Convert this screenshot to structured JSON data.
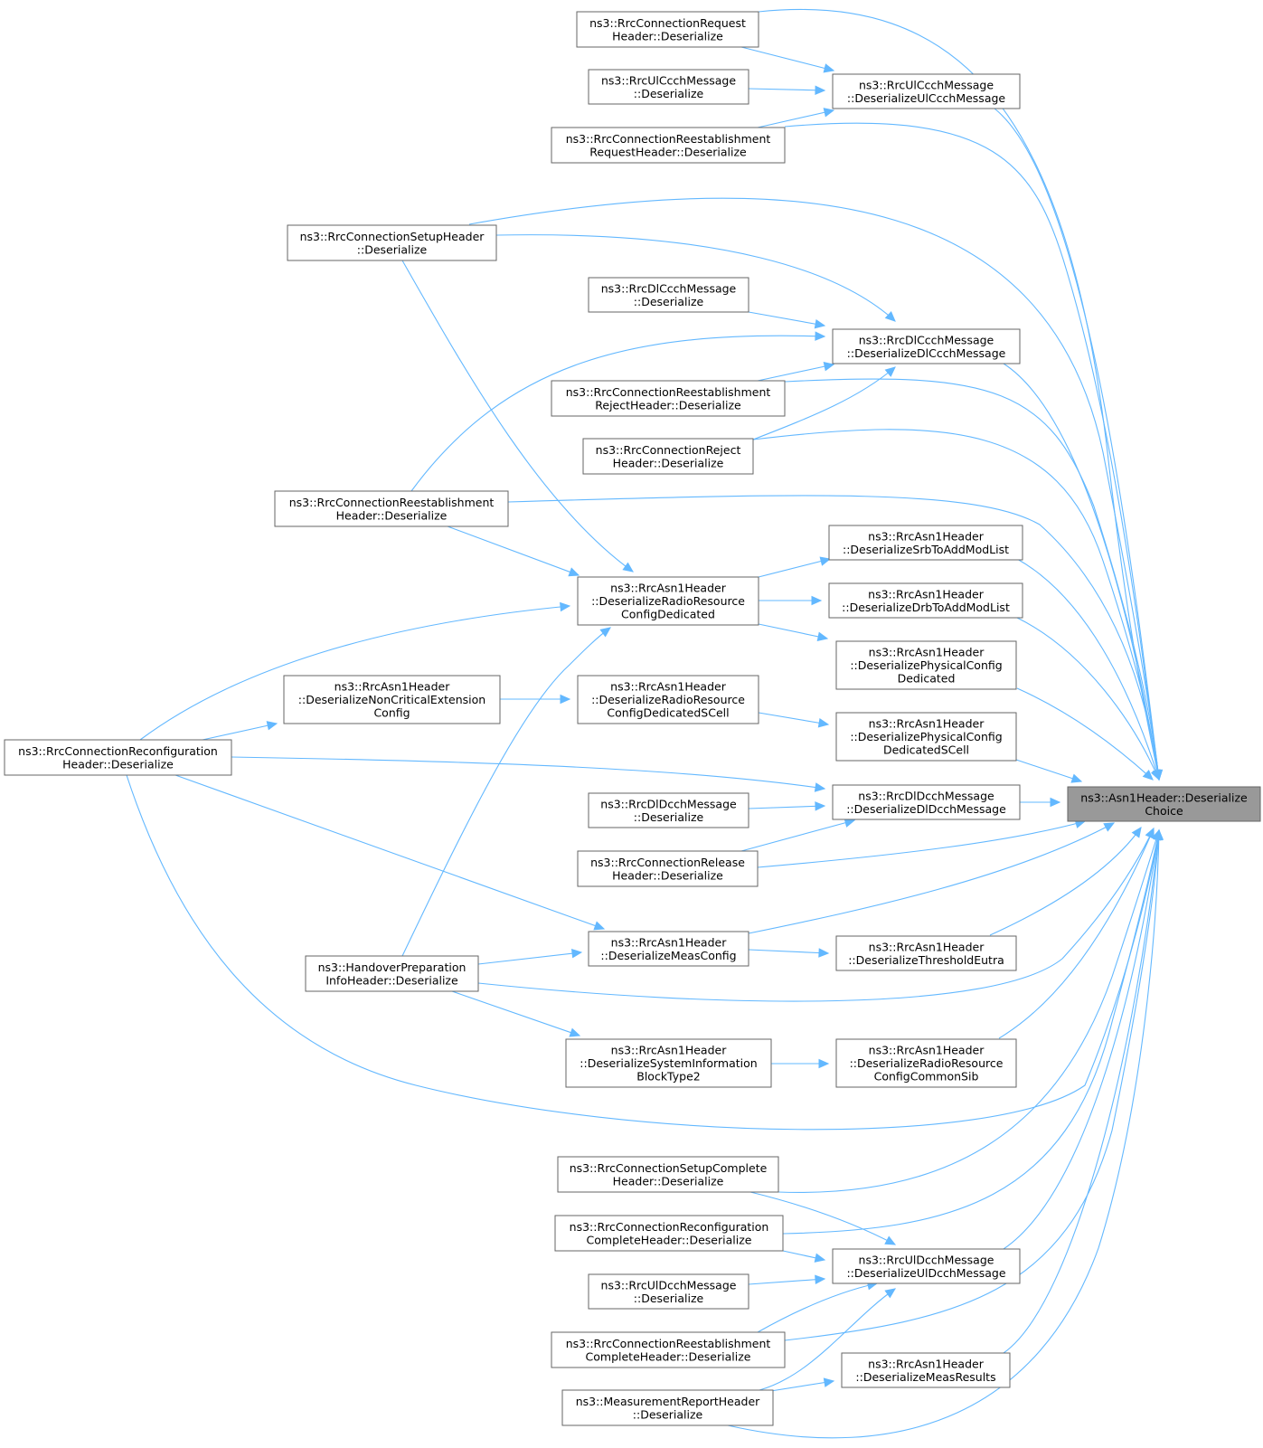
{
  "colors": {
    "edge": "#63b8ff",
    "node_border": "#666666",
    "root_fill": "#999999",
    "node_fill": "#ffffff"
  },
  "nodes": {
    "root": [
      "ns3::Asn1Header::Deserialize",
      "Choice"
    ],
    "connReqHdr": [
      "ns3::RrcConnectionRequest",
      "Header::Deserialize"
    ],
    "ulCcchDes": [
      "ns3::RrcUlCcchMessage",
      "::Deserialize"
    ],
    "reestReqHdr": [
      "ns3::RrcConnectionReestablishment",
      "RequestHeader::Deserialize"
    ],
    "ulCcchMsg": [
      "ns3::RrcUlCcchMessage",
      "::DeserializeUlCcchMessage"
    ],
    "setupHdr": [
      "ns3::RrcConnectionSetupHeader",
      "::Deserialize"
    ],
    "dlCcchDes": [
      "ns3::RrcDlCcchMessage",
      "::Deserialize"
    ],
    "reestRejHdr": [
      "ns3::RrcConnectionReestablishment",
      "RejectHeader::Deserialize"
    ],
    "connRejHdr": [
      "ns3::RrcConnectionReject",
      "Header::Deserialize"
    ],
    "dlCcchMsg": [
      "ns3::RrcDlCcchMessage",
      "::DeserializeDlCcchMessage"
    ],
    "reestHdr": [
      "ns3::RrcConnectionReestablishment",
      "Header::Deserialize"
    ],
    "srbList": [
      "ns3::RrcAsn1Header",
      "::DeserializeSrbToAddModList"
    ],
    "rrcDed": [
      "ns3::RrcAsn1Header",
      "::DeserializeRadioResource",
      "ConfigDedicated"
    ],
    "drbList": [
      "ns3::RrcAsn1Header",
      "::DeserializeDrbToAddModList"
    ],
    "physDed": [
      "ns3::RrcAsn1Header",
      "::DeserializePhysicalConfig",
      "Dedicated"
    ],
    "nonCrit": [
      "ns3::RrcAsn1Header",
      "::DeserializeNonCriticalExtension",
      "Config"
    ],
    "rrcDedScell": [
      "ns3::RrcAsn1Header",
      "::DeserializeRadioResource",
      "ConfigDedicatedSCell"
    ],
    "physDedScell": [
      "ns3::RrcAsn1Header",
      "::DeserializePhysicalConfig",
      "DedicatedSCell"
    ],
    "reconfHdr": [
      "ns3::RrcConnectionReconfiguration",
      "Header::Deserialize"
    ],
    "dlDcchDes": [
      "ns3::RrcDlDcchMessage",
      "::Deserialize"
    ],
    "dlDcchMsg": [
      "ns3::RrcDlDcchMessage",
      "::DeserializeDlDcchMessage"
    ],
    "relHdr": [
      "ns3::RrcConnectionRelease",
      "Header::Deserialize"
    ],
    "measCfg": [
      "ns3::RrcAsn1Header",
      "::DeserializeMeasConfig"
    ],
    "thrEutra": [
      "ns3::RrcAsn1Header",
      "::DeserializeThresholdEutra"
    ],
    "hoPrep": [
      "ns3::HandoverPreparation",
      "InfoHeader::Deserialize"
    ],
    "sib2": [
      "ns3::RrcAsn1Header",
      "::DeserializeSystemInformation",
      "BlockType2"
    ],
    "rrcCommonSib": [
      "ns3::RrcAsn1Header",
      "::DeserializeRadioResource",
      "ConfigCommonSib"
    ],
    "setupCompHdr": [
      "ns3::RrcConnectionSetupComplete",
      "Header::Deserialize"
    ],
    "reconfCompHdr": [
      "ns3::RrcConnectionReconfiguration",
      "CompleteHeader::Deserialize"
    ],
    "ulDcchMsg": [
      "ns3::RrcUlDcchMessage",
      "::DeserializeUlDcchMessage"
    ],
    "ulDcchDes": [
      "ns3::RrcUlDcchMessage",
      "::Deserialize"
    ],
    "reestCompHdr": [
      "ns3::RrcConnectionReestablishment",
      "CompleteHeader::Deserialize"
    ],
    "measResults": [
      "ns3::RrcAsn1Header",
      "::DeserializeMeasResults"
    ],
    "measRepHdr": [
      "ns3::MeasurementReportHeader",
      "::Deserialize"
    ]
  },
  "edges": [
    [
      "connReqHdr",
      "root"
    ],
    [
      "connReqHdr",
      "ulCcchMsg"
    ],
    [
      "ulCcchDes",
      "ulCcchMsg"
    ],
    [
      "reestReqHdr",
      "ulCcchMsg"
    ],
    [
      "reestReqHdr",
      "root"
    ],
    [
      "ulCcchMsg",
      "root"
    ],
    [
      "setupHdr",
      "root"
    ],
    [
      "setupHdr",
      "dlCcchMsg"
    ],
    [
      "setupHdr",
      "rrcDed"
    ],
    [
      "dlCcchDes",
      "dlCcchMsg"
    ],
    [
      "reestHdr",
      "dlCcchMsg"
    ],
    [
      "reestRejHdr",
      "dlCcchMsg"
    ],
    [
      "reestRejHdr",
      "root"
    ],
    [
      "connRejHdr",
      "dlCcchMsg"
    ],
    [
      "connRejHdr",
      "root"
    ],
    [
      "dlCcchMsg",
      "root"
    ],
    [
      "reestHdr",
      "root"
    ],
    [
      "reestHdr",
      "rrcDed"
    ],
    [
      "rrcDed",
      "srbList"
    ],
    [
      "rrcDed",
      "drbList"
    ],
    [
      "rrcDed",
      "physDed"
    ],
    [
      "srbList",
      "root"
    ],
    [
      "drbList",
      "root"
    ],
    [
      "physDed",
      "root"
    ],
    [
      "reconfHdr",
      "rrcDed"
    ],
    [
      "reconfHdr",
      "nonCrit"
    ],
    [
      "nonCrit",
      "rrcDedScell"
    ],
    [
      "rrcDedScell",
      "physDedScell"
    ],
    [
      "physDedScell",
      "root"
    ],
    [
      "reconfHdr",
      "dlDcchMsg"
    ],
    [
      "reconfHdr",
      "measCfg"
    ],
    [
      "reconfHdr",
      "root"
    ],
    [
      "dlDcchDes",
      "dlDcchMsg"
    ],
    [
      "relHdr",
      "dlDcchMsg"
    ],
    [
      "relHdr",
      "root"
    ],
    [
      "dlDcchMsg",
      "root"
    ],
    [
      "measCfg",
      "root"
    ],
    [
      "measCfg",
      "thrEutra"
    ],
    [
      "thrEutra",
      "root"
    ],
    [
      "hoPrep",
      "measCfg"
    ],
    [
      "hoPrep",
      "rrcDed"
    ],
    [
      "hoPrep",
      "root"
    ],
    [
      "hoPrep",
      "sib2"
    ],
    [
      "sib2",
      "rrcCommonSib"
    ],
    [
      "rrcCommonSib",
      "root"
    ],
    [
      "setupCompHdr",
      "root"
    ],
    [
      "setupCompHdr",
      "ulDcchMsg"
    ],
    [
      "reconfCompHdr",
      "root"
    ],
    [
      "reconfCompHdr",
      "ulDcchMsg"
    ],
    [
      "ulDcchDes",
      "ulDcchMsg"
    ],
    [
      "reestCompHdr",
      "ulDcchMsg"
    ],
    [
      "reestCompHdr",
      "root"
    ],
    [
      "ulDcchMsg",
      "root"
    ],
    [
      "measRepHdr",
      "ulDcchMsg"
    ],
    [
      "measRepHdr",
      "measResults"
    ],
    [
      "measResults",
      "root"
    ],
    [
      "measRepHdr",
      "root"
    ]
  ]
}
